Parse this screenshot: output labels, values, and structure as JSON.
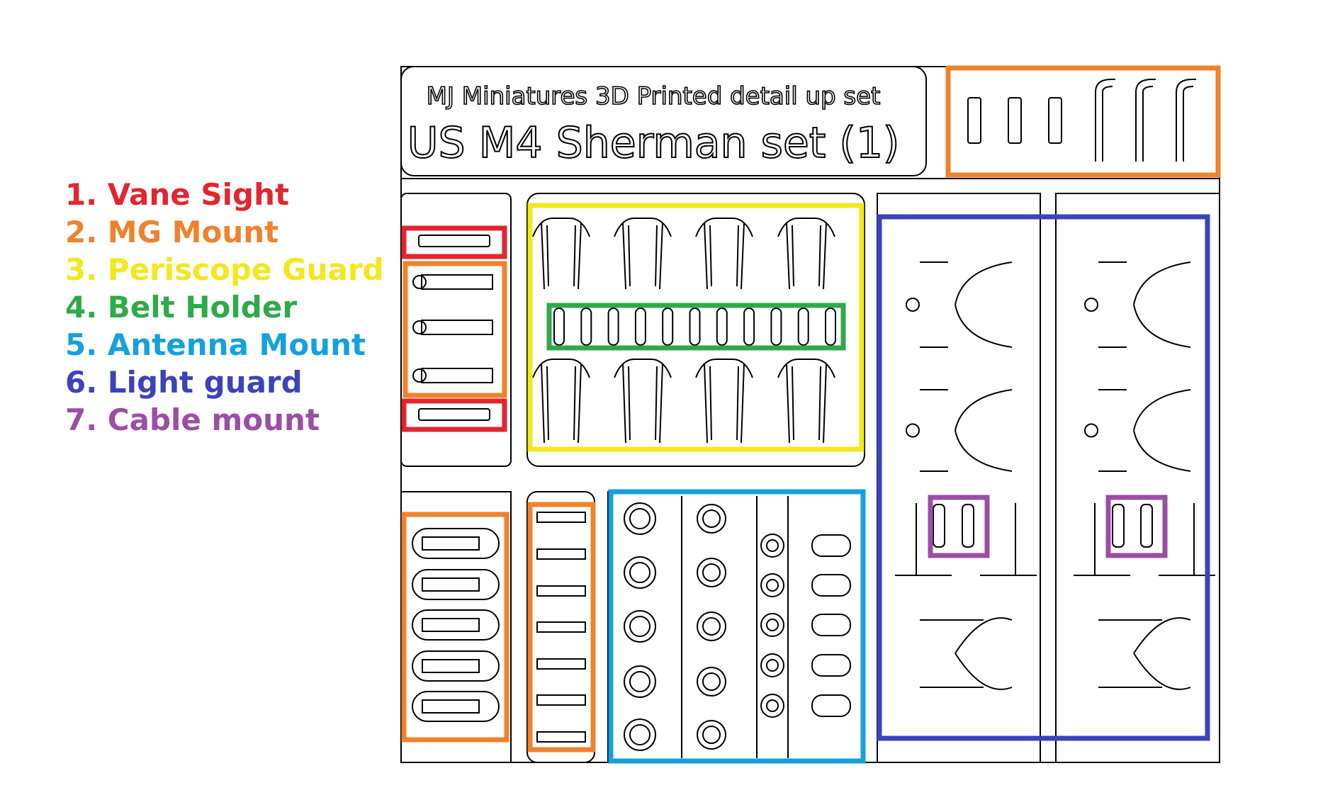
{
  "title": {
    "line1": "MJ Miniatures 3D Printed detail up set",
    "line2": "US M4 Sherman set (1)"
  },
  "legend": [
    {
      "label": "1. Vane Sight",
      "color": "#e3252f"
    },
    {
      "label": "2. MG Mount",
      "color": "#f0822d"
    },
    {
      "label": "3. Periscope Guard",
      "color": "#f2e81c"
    },
    {
      "label": "4. Belt Holder",
      "color": "#2eaa49"
    },
    {
      "label": "5. Antenna Mount",
      "color": "#15a1dc"
    },
    {
      "label": "6. Light guard",
      "color": "#3c43b9"
    },
    {
      "label": "7. Cable mount",
      "color": "#9b4ea6"
    }
  ],
  "colors": {
    "vane_sight": "#e3252f",
    "mg_mount": "#f0822d",
    "periscope_guard": "#f2e81c",
    "belt_holder": "#2eaa49",
    "antenna_mount": "#15a1dc",
    "light_guard": "#3c43b9",
    "cable_mount": "#9b4ea6",
    "line": "#000000"
  }
}
